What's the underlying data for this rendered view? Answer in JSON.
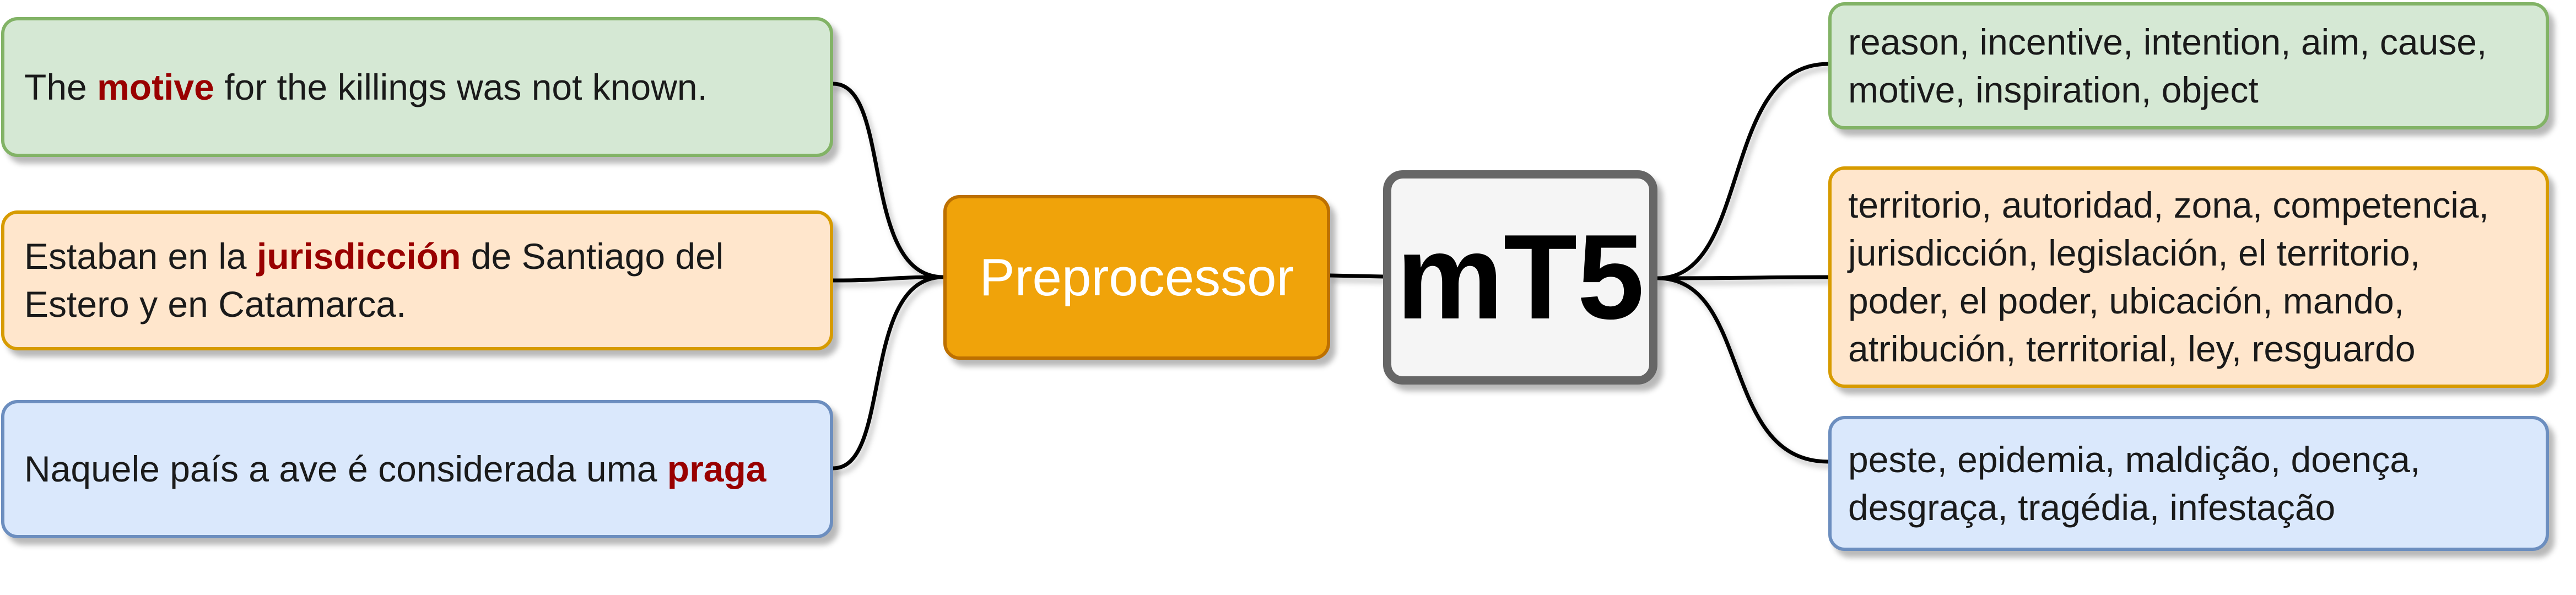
{
  "inputs": [
    {
      "before": "The ",
      "keyword": "motive",
      "after": " for the killings was not known."
    },
    {
      "before": "Estaban en la ",
      "keyword": "jurisdicción",
      "after": " de Santiago del Estero y en Catamarca."
    },
    {
      "before": "Naquele país a ave é considerada uma ",
      "keyword": "praga",
      "after": ""
    }
  ],
  "preprocessor": {
    "label": "Preprocessor"
  },
  "model": {
    "label": "mT5"
  },
  "outputs": [
    {
      "lines": [
        "reason, incentive, intention, aim, cause,",
        "motive, inspiration, object"
      ]
    },
    {
      "lines": [
        "territorio, autoridad, zona, competencia,",
        "jurisdicción, legislación, el territorio,",
        "poder, el poder, ubicación, mando,",
        "atribución, territorial, ley, resguardo"
      ]
    },
    {
      "lines": [
        "peste, epidemia, maldição, doença,",
        "desgraça, tragédia, infestação"
      ]
    }
  ],
  "colors": {
    "green_fill": "#d5e8d4",
    "green_border": "#82b366",
    "orange_fill": "#ffe6cc",
    "orange_border": "#d79b00",
    "blue_fill": "#dae8fc",
    "blue_border": "#6c8ebf",
    "preprocessor_fill": "#f0a30a",
    "preprocessor_border": "#bd7000",
    "model_fill": "#f5f5f5",
    "model_border": "#666666",
    "keyword": "#990000",
    "connector": "#000000"
  }
}
